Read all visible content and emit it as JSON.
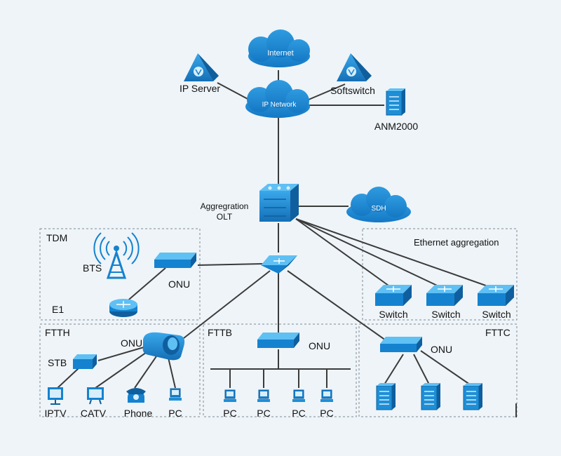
{
  "clouds": {
    "internet": "Internet",
    "ip_network": "IP Network",
    "sdh": "SDH"
  },
  "core": {
    "ip_server": "IP Server",
    "softswitch": "Softswitch",
    "anm2000": "ANM2000",
    "aggregation_line1": "Aggregration",
    "aggregation_line2": "OLT"
  },
  "tdm": {
    "title": "TDM",
    "bts": "BTS",
    "onu": "ONU",
    "e1": "E1"
  },
  "ethernet": {
    "title": "Ethernet aggregation",
    "switches": [
      "Switch",
      "Switch",
      "Switch"
    ]
  },
  "ftth": {
    "title": "FTTH",
    "onu": "ONU",
    "stb": "STB",
    "devices": [
      "IPTV",
      "CATV",
      "Phone",
      "PC"
    ]
  },
  "fttb": {
    "title": "FTTB",
    "onu": "ONU",
    "pcs": [
      "PC",
      "PC",
      "PC",
      "PC"
    ]
  },
  "fttc": {
    "title": "FTTC",
    "onu": "ONU"
  },
  "colors": {
    "device_blue": "#1e8fd6",
    "device_dark": "#0f5f9e",
    "line": "#3b3b3b"
  }
}
